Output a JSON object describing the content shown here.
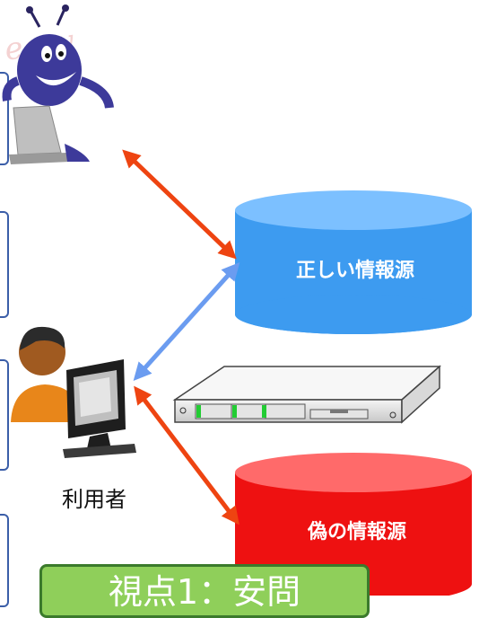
{
  "legit_source_label": "正しい情報源",
  "fake_source_label": "偽の情報源",
  "user_label": "利用者",
  "bottom_banner": "視点1：安問",
  "watermark_text": "easy",
  "colors": {
    "legit_db": "#3d9bf0",
    "fake_db": "#ee1111",
    "attack_arrow": "#ee4411",
    "normal_arrow": "#6b9cf0",
    "banner_fill": "#8fcf5a"
  },
  "icons": [
    "attacker-icon",
    "user-icon",
    "server-icon"
  ]
}
